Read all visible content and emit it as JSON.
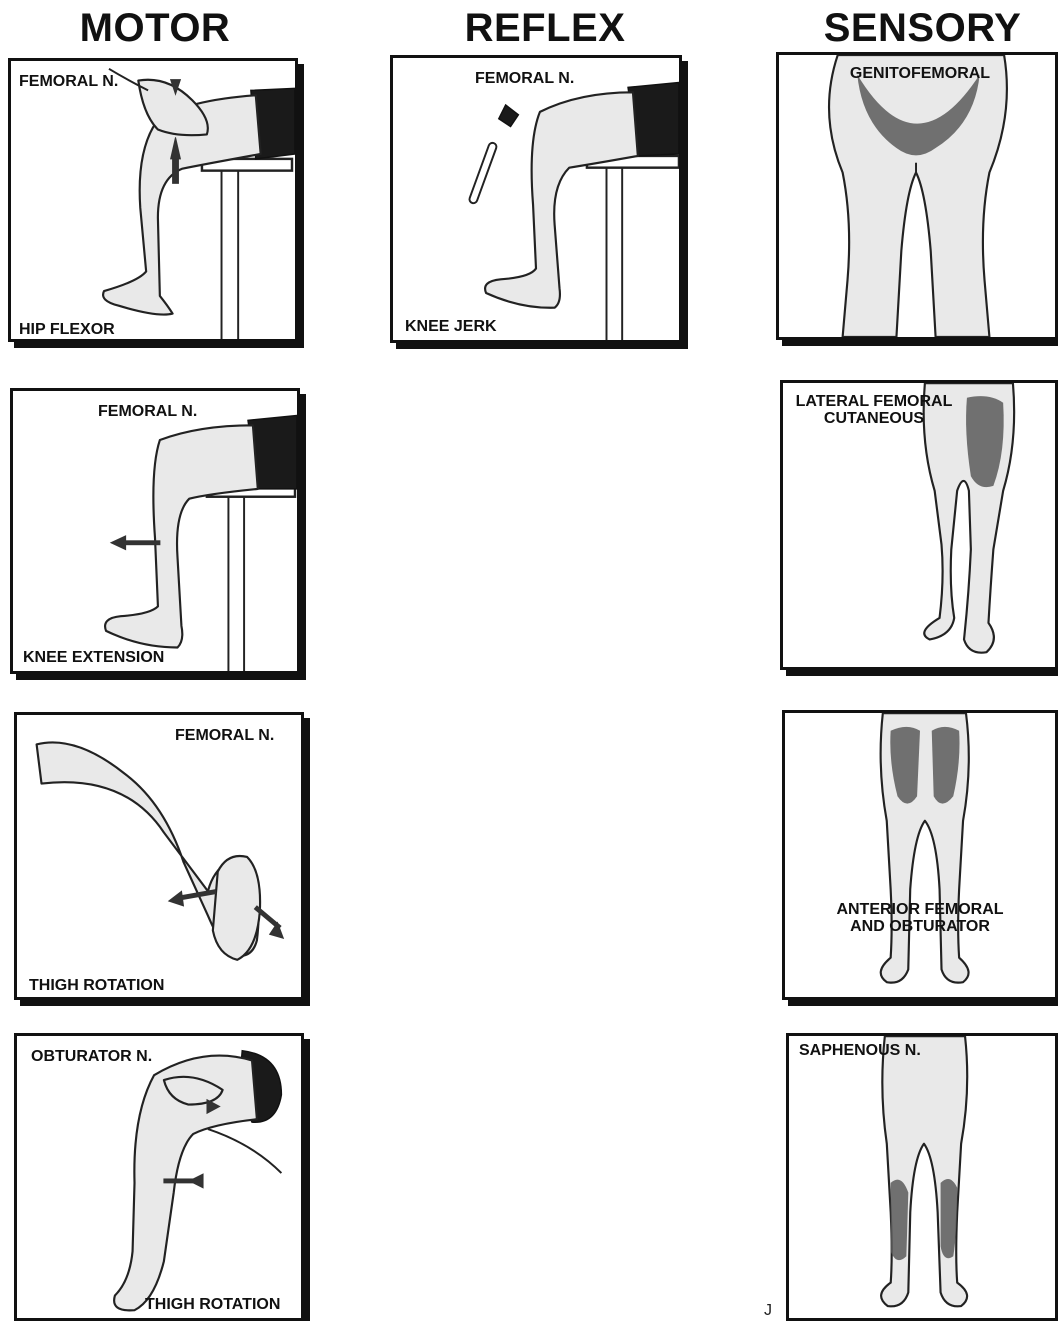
{
  "headers": {
    "motor": "MOTOR",
    "reflex": "REFLEX",
    "sensory": "SENSORY"
  },
  "motor": [
    {
      "nerve": "FEMORAL N.",
      "action": "HIP FLEXOR"
    },
    {
      "nerve": "FEMORAL N.",
      "action": "KNEE EXTENSION"
    },
    {
      "nerve": "FEMORAL N.",
      "action": "THIGH ROTATION"
    },
    {
      "nerve": "OBTURATOR N.",
      "action": "THIGH ROTATION"
    }
  ],
  "reflex": [
    {
      "nerve": "FEMORAL N.",
      "action": "KNEE JERK"
    }
  ],
  "sensory": [
    {
      "label": "GENITOFEMORAL"
    },
    {
      "label_line1": "LATERAL FEMORAL",
      "label_line2": "CUTANEOUS"
    },
    {
      "label_line1": "ANTERIOR FEMORAL",
      "label_line2": "AND OBTURATOR"
    },
    {
      "label": "SAPHENOUS N."
    }
  ],
  "page_mark": "J",
  "colors": {
    "ink": "#111111",
    "skin": "#e9e9e9",
    "shaded_dermatome": "#5b5b5b"
  }
}
